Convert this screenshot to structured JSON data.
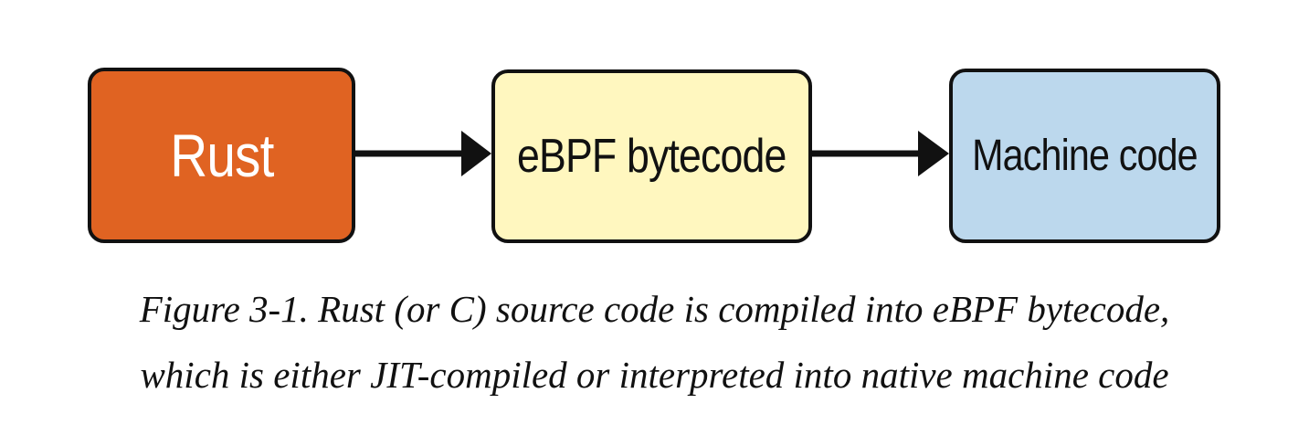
{
  "diagram": {
    "nodes": [
      {
        "id": "rust",
        "label": "Rust",
        "color": "#e06322",
        "text_color": "#ffffff"
      },
      {
        "id": "ebpf",
        "label": "eBPF bytecode",
        "color": "#fff7bf",
        "text_color": "#111111"
      },
      {
        "id": "machine",
        "label": "Machine code",
        "color": "#bcd8ed",
        "text_color": "#111111"
      }
    ],
    "edges": [
      {
        "from": "rust",
        "to": "ebpf"
      },
      {
        "from": "ebpf",
        "to": "machine"
      }
    ]
  },
  "caption": {
    "line1": "Figure 3-1. Rust (or C) source code is compiled into eBPF bytecode,",
    "line2": "which is either JIT-compiled or interpreted into native machine code"
  }
}
